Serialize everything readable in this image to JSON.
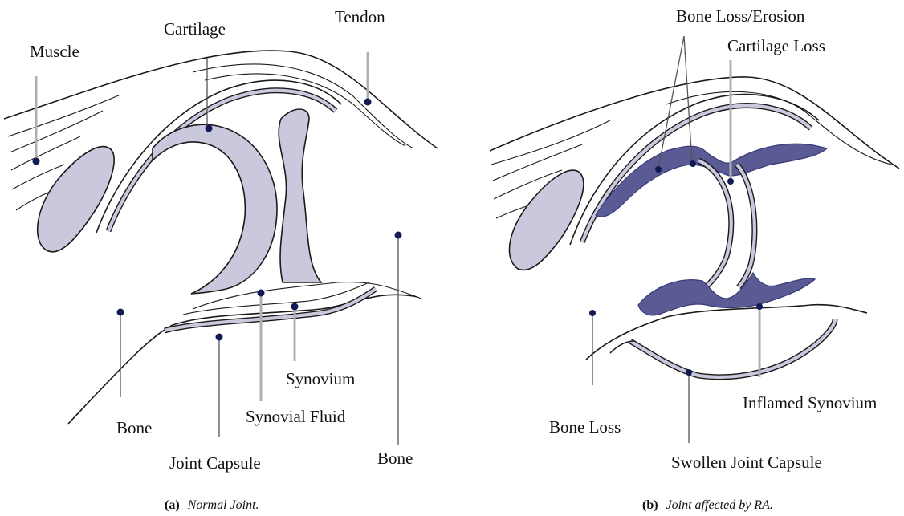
{
  "panel_a": {
    "labels": {
      "muscle": "Muscle",
      "cartilage": "Cartilage",
      "tendon": "Tendon",
      "bone_left": "Bone",
      "joint_capsule": "Joint Capsule",
      "synovial_fluid": "Synovial Fluid",
      "synovium": "Synovium",
      "bone_right": "Bone"
    },
    "caption_tag": "(a)",
    "caption_text": "Normal Joint."
  },
  "panel_b": {
    "labels": {
      "bone_loss_erosion": "Bone Loss/Erosion",
      "cartilage_loss": "Cartilage Loss",
      "bone_loss": "Bone Loss",
      "inflamed_synovium": "Inflamed Synovium",
      "swollen_joint_capsule": "Swollen Joint Capsule"
    },
    "caption_tag": "(b)",
    "caption_text": "Joint affected by RA."
  },
  "colors": {
    "tissue_fill": "#c9c8dd",
    "inflamed_fill": "#5a5a95",
    "marker_dot": "#111a55"
  }
}
